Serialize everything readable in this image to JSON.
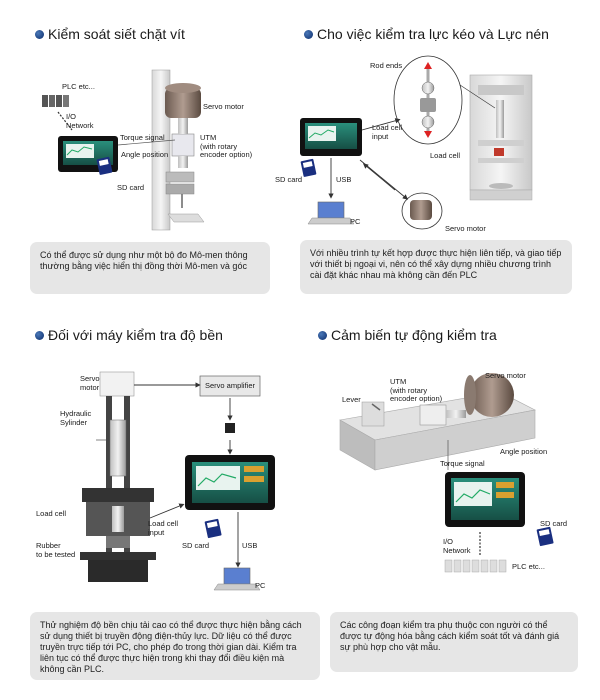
{
  "sections": {
    "s1": {
      "title": "Kiểm soát siết chặt vít",
      "labels": {
        "plc": "PLC etc...",
        "io": "I/O\nNetwork",
        "servo": "Servo motor",
        "torque": "Torque signal",
        "utm": "UTM\n(with rotary\nencoder option)",
        "angle": "Angle position",
        "sd": "SD card"
      },
      "desc": "Có thể được sử dụng như một bộ đo Mô-men thông thường bằng việc hiển thị đồng thời Mô-men và góc"
    },
    "s2": {
      "title": "Cho việc kiểm tra lực kéo và Lực nén",
      "labels": {
        "rod": "Rod ends",
        "loadcell_input": "Load cell\ninput",
        "loadcell": "Load cell",
        "sd": "SD card",
        "usb": "USB",
        "pc": "PC",
        "servo": "Servo motor"
      },
      "desc": "Với nhiều trình tự kết hợp được thực hiện liên tiếp, và giao tiếp với thiết bị ngoại vi, nên có thể xây dựng nhiều chương trình cài đặt khác nhau mà không cần đến PLC"
    },
    "s3": {
      "title": "Đối với máy kiểm tra độ bền",
      "labels": {
        "servo": "Servo\nmotor",
        "amp": "Servo amplifier",
        "hydraulic": "Hydraulic\nSylinder",
        "loadcell": "Load cell",
        "loadcell_input": "Load cell\ninput",
        "rubber": "Rubber\nto be tested",
        "sd": "SD card",
        "usb": "USB",
        "pc": "PC"
      },
      "desc": "Thử nghiệm độ bền chịu tải cao có thể được thực hiện bằng cách sử dụng thiết bị truyền động điện-thủy lực. Dữ liệu có thể được truyền trực tiếp tới PC, cho phép đo trong thời gian dài. Kiểm tra liên tục có thể được thực hiện trong khi thay đổi điều kiện mà không cần PLC."
    },
    "s4": {
      "title": "Cảm biến tự động kiểm tra",
      "labels": {
        "lever": "Lever",
        "utm": "UTM\n(with rotary\nencoder option)",
        "servo": "Servo motor",
        "angle": "Angle position",
        "torque": "Torque signal",
        "sd": "SD card",
        "io": "I/O\nNetwork",
        "plc": "PLC etc..."
      },
      "desc": "Các công đoạn kiểm tra phụ thuộc con người có thể được tự động hóa bằng cách kiểm soát tốt và đánh giá sự phù hợp cho vật mẫu."
    }
  },
  "colors": {
    "bullet": "#1e4a8f",
    "desc_bg": "#e6e6e6",
    "screen": "#1f6f5f"
  }
}
